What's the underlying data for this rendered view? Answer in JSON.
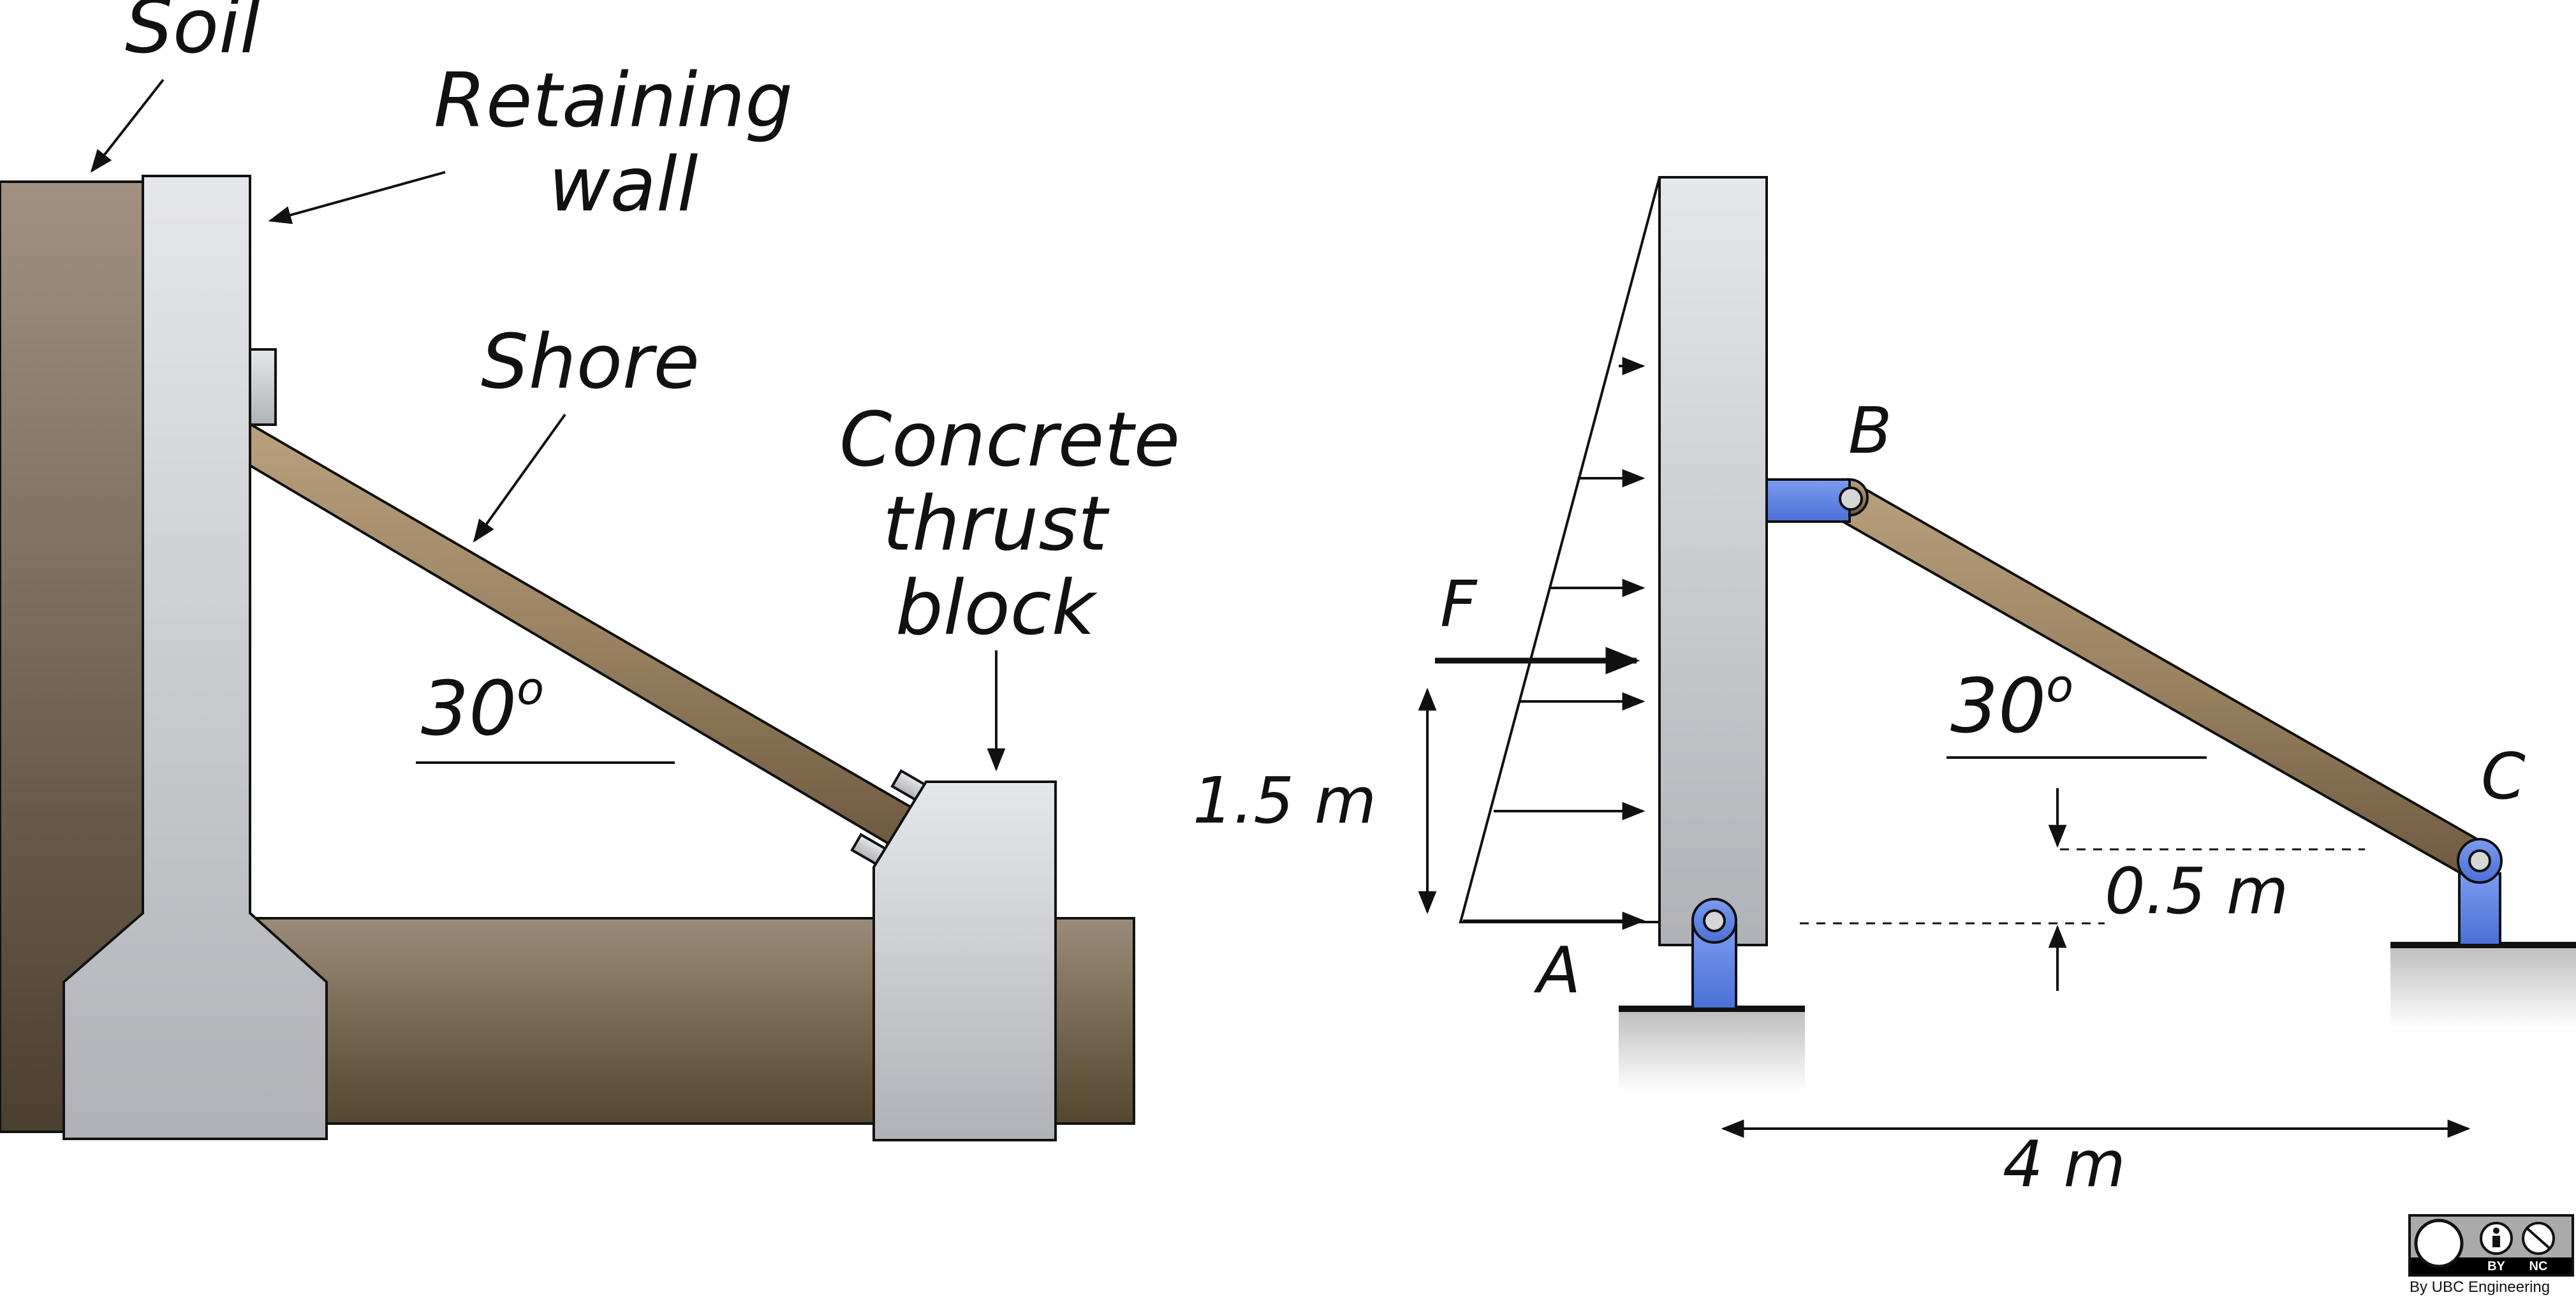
{
  "left_figure": {
    "soil_label": "Soil",
    "wall_label_line1": "Retaining",
    "wall_label_line2": "wall",
    "shore_label": "Shore",
    "block_label_line1": "Concrete",
    "block_label_line2": "thrust",
    "block_label_line3": "block",
    "angle_label": "30",
    "angle_unit": "o"
  },
  "right_figure": {
    "point_a": "A",
    "point_b": "B",
    "point_c": "C",
    "force_label": "F",
    "height_dim": "1.5 m",
    "offset_dim": "0.5 m",
    "span_dim": "4 m",
    "angle_label": "30",
    "angle_unit": "o"
  },
  "license": {
    "cc": "cc",
    "by": "BY",
    "nc": "NC",
    "credit": "By UBC Engineering"
  },
  "colors": {
    "soil_top": "#9a8a78",
    "soil_bottom": "#4a3f30",
    "concrete_light": "#e4e5e8",
    "concrete_dark": "#b2b4b8",
    "shore_light": "#b39a78",
    "shore_dark": "#7a6448",
    "support_blue": "#5b82e6",
    "outline": "#111111"
  }
}
